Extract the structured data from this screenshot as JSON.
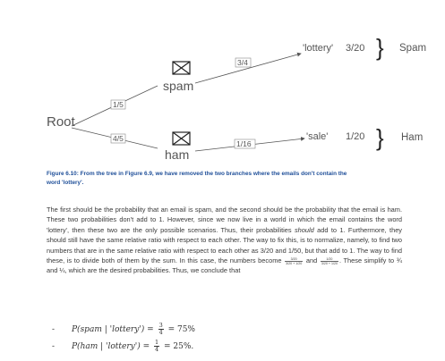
{
  "tree": {
    "root": "Root",
    "spam": "spam",
    "ham": "ham",
    "edge_root_spam": "1/5",
    "edge_root_ham": "4/5",
    "edge_spam_lottery": "3/4",
    "edge_ham_sale": "1/16",
    "lottery_label": "'lottery'",
    "lottery_value": "3/20",
    "lottery_result": "Spam",
    "sale_label": "'sale'",
    "sale_value": "1/20",
    "sale_result": "Ham",
    "brace": "}"
  },
  "caption": {
    "label": "Figure 6.10: From the tree in Figure 6.9, we have removed the two branches where the emails don't contain the",
    "line2": "word 'lottery'."
  },
  "paragraph": {
    "part1": "The first should be the probability that an email is spam, and the second should be the probability that the email is ham. These two probabilities don't add to 1. However, since we now live in a world in which the email contains the word 'lottery', then these two are the only possible scenarios. Thus, their probabilities ",
    "emph": "should",
    "part2": " add to 1. Furthermore, they should still have the same relative ratio with respect to each other. The way to fix this, is to normalize, namely, to find two numbers that are in the same relative ratio with respect to each other as 3/20 and 1/50, but that add to 1. The way to find these, is to divide both of them by the sum. In this case, the numbers become ",
    "frac1_num": "3/20",
    "frac1_den": "3/20 + 1/20",
    "and": " and ",
    "frac2_num": "1/20",
    "frac2_den": "3/20 + 1/20",
    "part3": ". These simplify to ¾ and ¼, which are the desired probabilities. Thus, we conclude that"
  },
  "equations": [
    {
      "dash": "-",
      "lhs": "P(spam | 'lottery')",
      "eq": " = ",
      "num": "3",
      "den": "4",
      "rhs": " = 75%"
    },
    {
      "dash": "-",
      "lhs": "P(ham | 'lottery')",
      "eq": " = ",
      "num": "1",
      "den": "4",
      "rhs": " = 25%."
    }
  ]
}
